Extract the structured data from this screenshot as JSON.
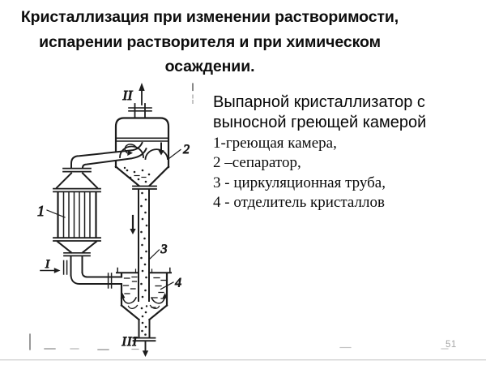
{
  "slide": {
    "title_line1": "Кристаллизация при изменении растворимости,",
    "title_line2": "испарении растворителя и при химическом",
    "title_line3": "осаждении.",
    "page_number": "51"
  },
  "caption": {
    "line1": "Выпарной кристаллизатор с",
    "line2": "выносной греющей камерой"
  },
  "legend": {
    "items": [
      "1-греющая камера,",
      "2 –сепаратор,",
      "3 - циркуляционная труба,",
      "4 - отделитель кристаллов"
    ]
  },
  "diagram": {
    "labels": {
      "heating_chamber": "1",
      "separator": "2",
      "circulation_pipe": "3",
      "crystal_separator": "4",
      "feed_inlet": "I",
      "vapor_outlet": "II",
      "product_outlet": "III"
    },
    "ink_color": "#1c1c1c"
  }
}
